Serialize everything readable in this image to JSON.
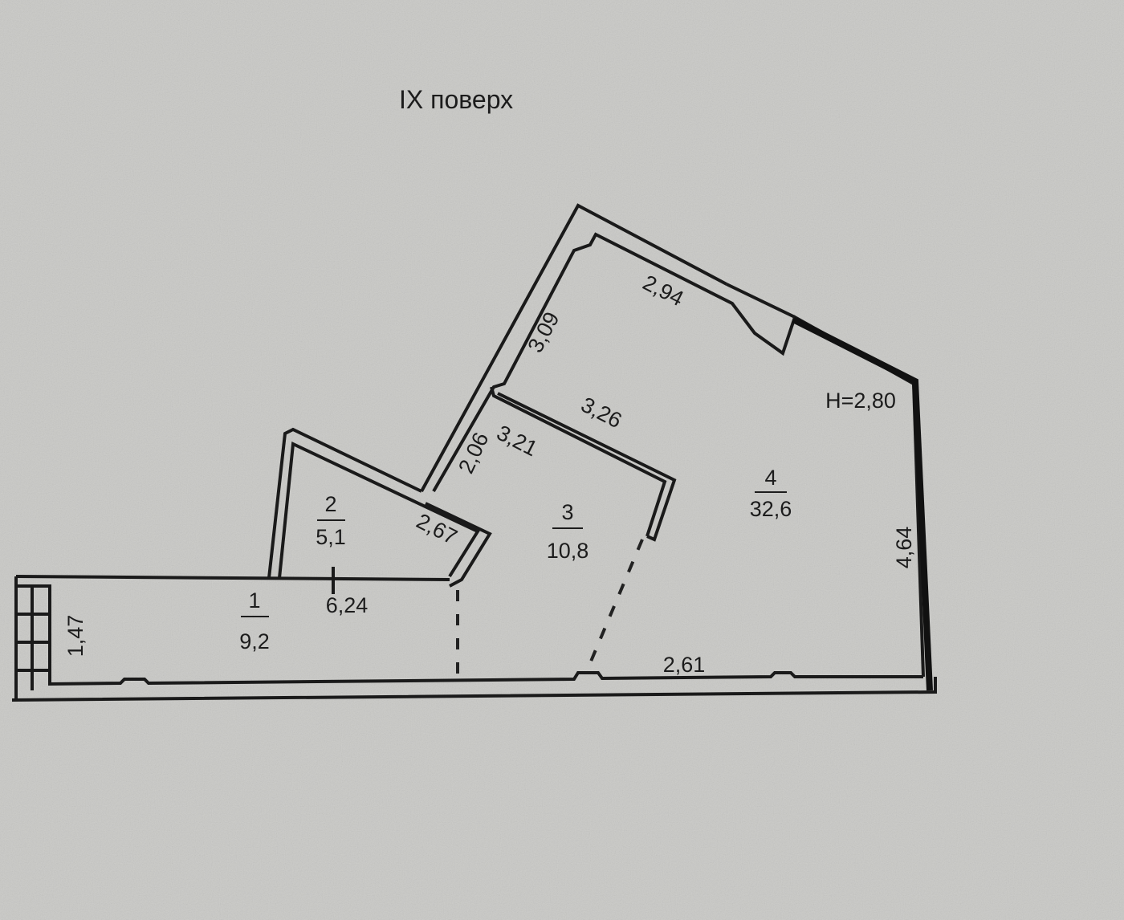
{
  "title": "IX поверх",
  "ceiling_height": "H=2,80",
  "rooms": [
    {
      "number": "1",
      "area": "9,2"
    },
    {
      "number": "2",
      "area": "5,1"
    },
    {
      "number": "3",
      "area": "10,8"
    },
    {
      "number": "4",
      "area": "32,6"
    }
  ],
  "dimensions": {
    "d294": "2,94",
    "d309": "3,09",
    "d326": "3,26",
    "d206": "2,06",
    "d321": "3,21",
    "d267": "2,67",
    "d464": "4,64",
    "d624": "6,24",
    "d147": "1,47",
    "d261": "2,61"
  }
}
